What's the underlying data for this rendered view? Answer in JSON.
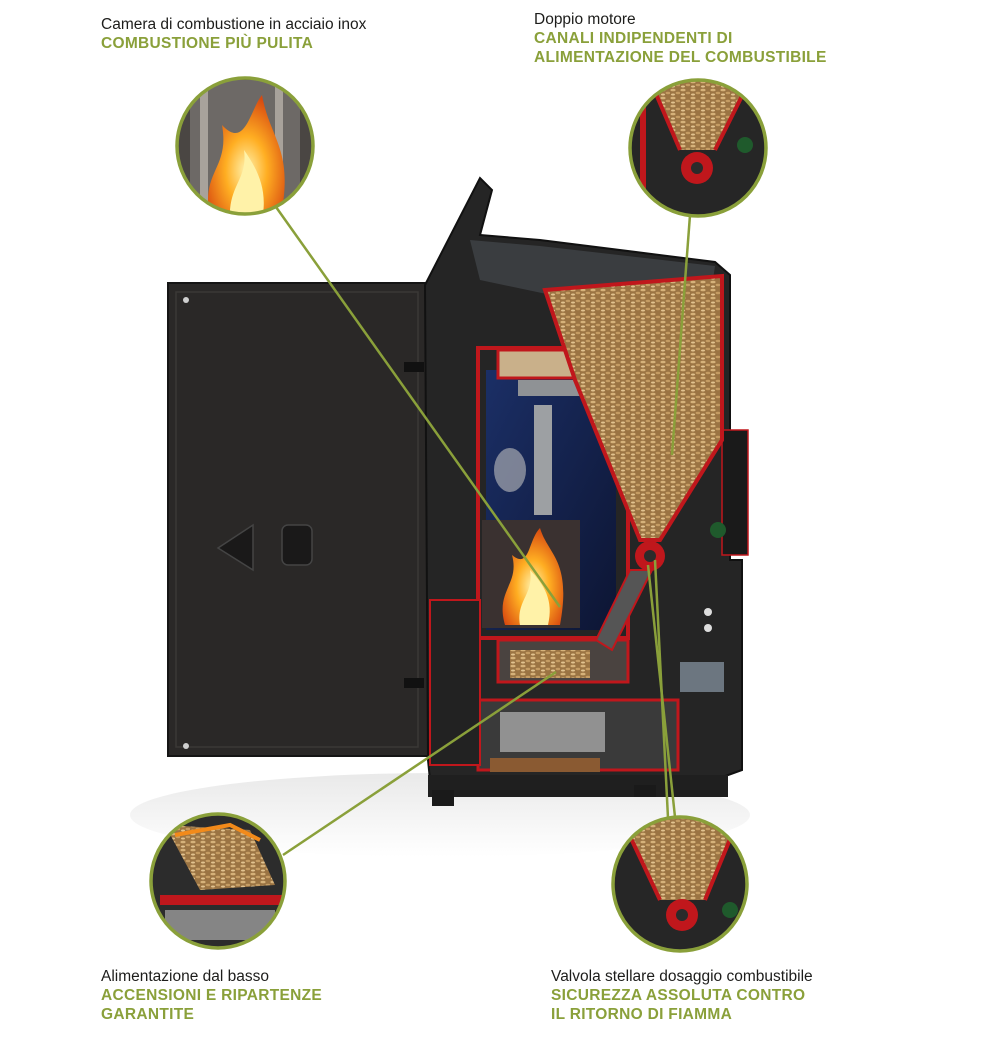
{
  "callouts": {
    "top_left": {
      "subtitle": "Camera di combustione in acciaio inox",
      "headline": [
        "COMBUSTIONE PIÙ PULITA"
      ]
    },
    "top_right": {
      "subtitle": "Doppio motore",
      "headline": [
        "CANALI INDIPENDENTI DI",
        "ALIMENTAZIONE DEL COMBUSTIBILE"
      ]
    },
    "bottom_left": {
      "subtitle": "Alimentazione dal basso",
      "headline": [
        "ACCENSIONI E RIPARTENZE",
        "GARANTITE"
      ]
    },
    "bottom_right": {
      "subtitle": "Valvola stellare dosaggio combustibile",
      "headline": [
        "SICUREZZA ASSOLUTA CONTRO",
        "IL RITORNO DI FIAMMA"
      ]
    }
  },
  "colors": {
    "accent_green": "#8aa03a",
    "stove_body": "#2b2b2b",
    "section_red": "#c0171c",
    "pellet": "#b8925a",
    "flame": "#f28a1a"
  },
  "icons": [
    "stove-cutaway-illustration",
    "flame-detail",
    "pellet-hopper-detail",
    "pellet-feed-detail",
    "star-valve-detail"
  ]
}
